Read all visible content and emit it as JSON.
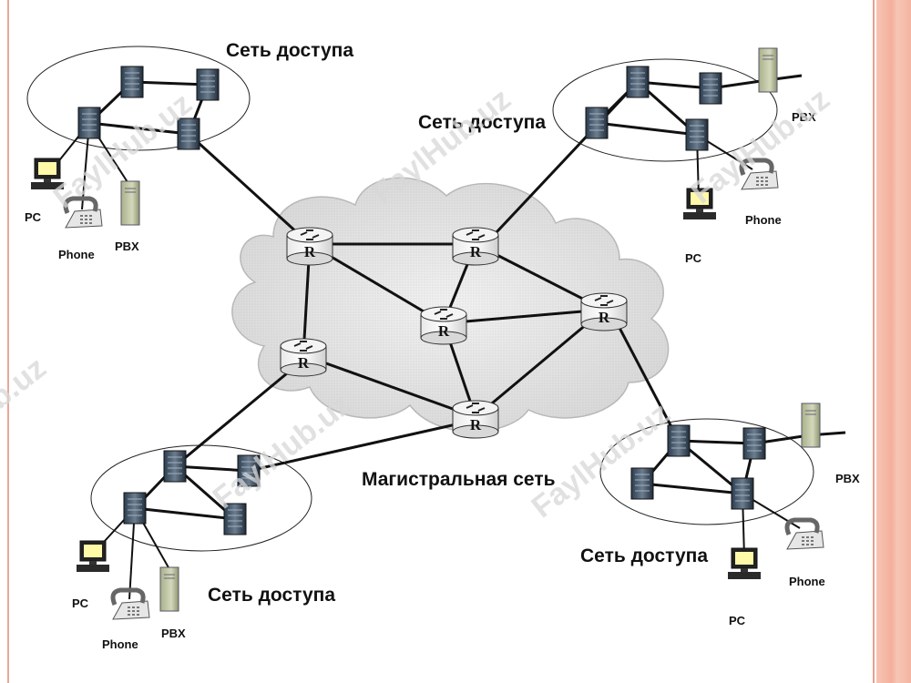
{
  "labels": {
    "access_network": "Сеть доступа",
    "backbone_network": "Магистральная сеть",
    "pc": "PC",
    "phone": "Phone",
    "pbx": "PBX",
    "router_letter": "R"
  },
  "watermark": "FaylHub.uz",
  "colors": {
    "border_accent": "#f3b09c",
    "cloud_fill": "#e6e6e6",
    "line": "#111111"
  }
}
